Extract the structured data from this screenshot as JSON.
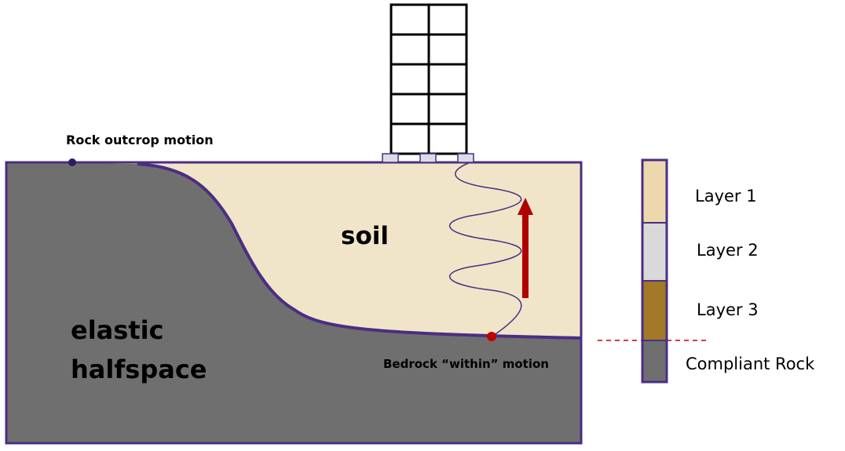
{
  "labels": {
    "rock_outcrop": "Rock outcrop motion",
    "soil": "soil",
    "elastic_line1": "elastic",
    "elastic_line2": "halfspace",
    "bedrock_within": "Bedrock “within” motion"
  },
  "profile_column": {
    "layers": [
      {
        "name": "Layer 1",
        "color": "#ecd8ac"
      },
      {
        "name": "Layer 2",
        "color": "#d9d9d9"
      },
      {
        "name": "Layer 3",
        "color": "#a27a27"
      },
      {
        "name": "Compliant Rock",
        "color": "#6f6f6f"
      }
    ]
  },
  "colors": {
    "soil": "#f1e5c9",
    "rock": "#6f6f6f",
    "outline": "#4b2e83",
    "arrow": "#b00000",
    "dashed_line": "#c00000",
    "footing": "#dcdce6",
    "frame": "#000000"
  }
}
